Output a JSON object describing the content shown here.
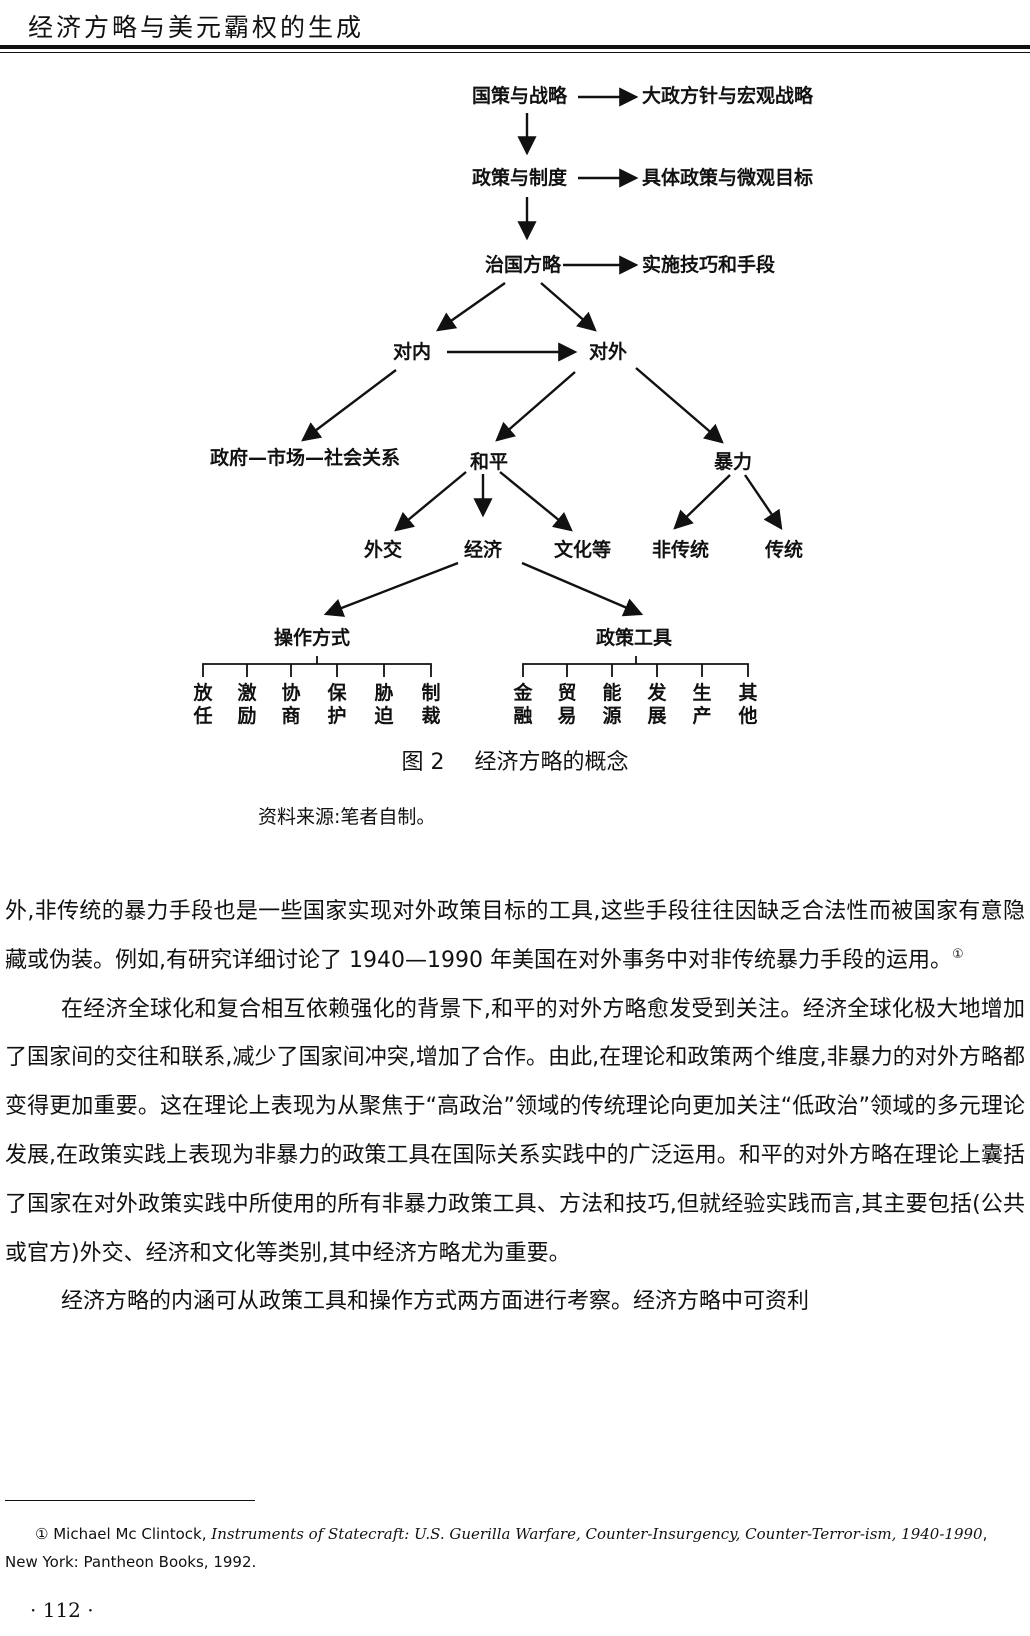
{
  "header": {
    "running_head": "经济方略与美元霸权的生成"
  },
  "diagram": {
    "row1": {
      "left": "国策与战略",
      "right": "大政方针与宏观战略"
    },
    "row2": {
      "left": "政策与制度",
      "right": "具体政策与微观目标"
    },
    "row3": {
      "left": "治国方略",
      "right": "实施技巧和手段"
    },
    "domestic": "对内",
    "foreign": "对外",
    "gov_market_society": "政府—市场—社会关系",
    "peace": "和平",
    "violence": "暴力",
    "diplomacy": "外交",
    "economy": "经济",
    "culture": "文化等",
    "nontraditional": "非传统",
    "traditional": "传统",
    "operation_modes": "操作方式",
    "policy_tools": "政策工具",
    "modes": [
      [
        "放",
        "任"
      ],
      [
        "激",
        "励"
      ],
      [
        "协",
        "商"
      ],
      [
        "保",
        "护"
      ],
      [
        "胁",
        "迫"
      ],
      [
        "制",
        "裁"
      ]
    ],
    "tools": [
      [
        "金",
        "融"
      ],
      [
        "贸",
        "易"
      ],
      [
        "能",
        "源"
      ],
      [
        "发",
        "展"
      ],
      [
        "生",
        "产"
      ],
      [
        "其",
        "他"
      ]
    ]
  },
  "figure": {
    "number": "图 2",
    "title": "经济方略的概念",
    "source": "资料来源:笔者自制。"
  },
  "body": {
    "p1": "外,非传统的暴力手段也是一些国家实现对外政策目标的工具,这些手段往往因缺乏合法性而被国家有意隐藏或伪装。例如,有研究详细讨论了 1940—1990 年美国在对外事务中对非传统暴力手段的运用。",
    "p1_note": "①",
    "p2": "在经济全球化和复合相互依赖强化的背景下,和平的对外方略愈发受到关注。经济全球化极大地增加了国家间的交往和联系,减少了国家间冲突,增加了合作。由此,在理论和政策两个维度,非暴力的对外方略都变得更加重要。这在理论上表现为从聚焦于“高政治”领域的传统理论向更加关注“低政治”领域的多元理论发展,在政策实践上表现为非暴力的政策工具在国际关系实践中的广泛运用。和平的对外方略在理论上囊括了国家在对外政策实践中所使用的所有非暴力政策工具、方法和技巧,但就经验实践而言,其主要包括(公共或官方)外交、经济和文化等类别,其中经济方略尤为重要。",
    "p3": "经济方略的内涵可从政策工具和操作方式两方面进行考察。经济方略中可资利"
  },
  "footnote": {
    "marker": "①",
    "author": "Michael Mc Clintock,",
    "title": "Instruments of Statecraft: U.S. Guerilla Warfare, Counter-Insurgency, Counter-Terror-ism, 1940-1990",
    "rest": ", New York: Pantheon Books, 1992."
  },
  "page_number": "· 112 ·"
}
